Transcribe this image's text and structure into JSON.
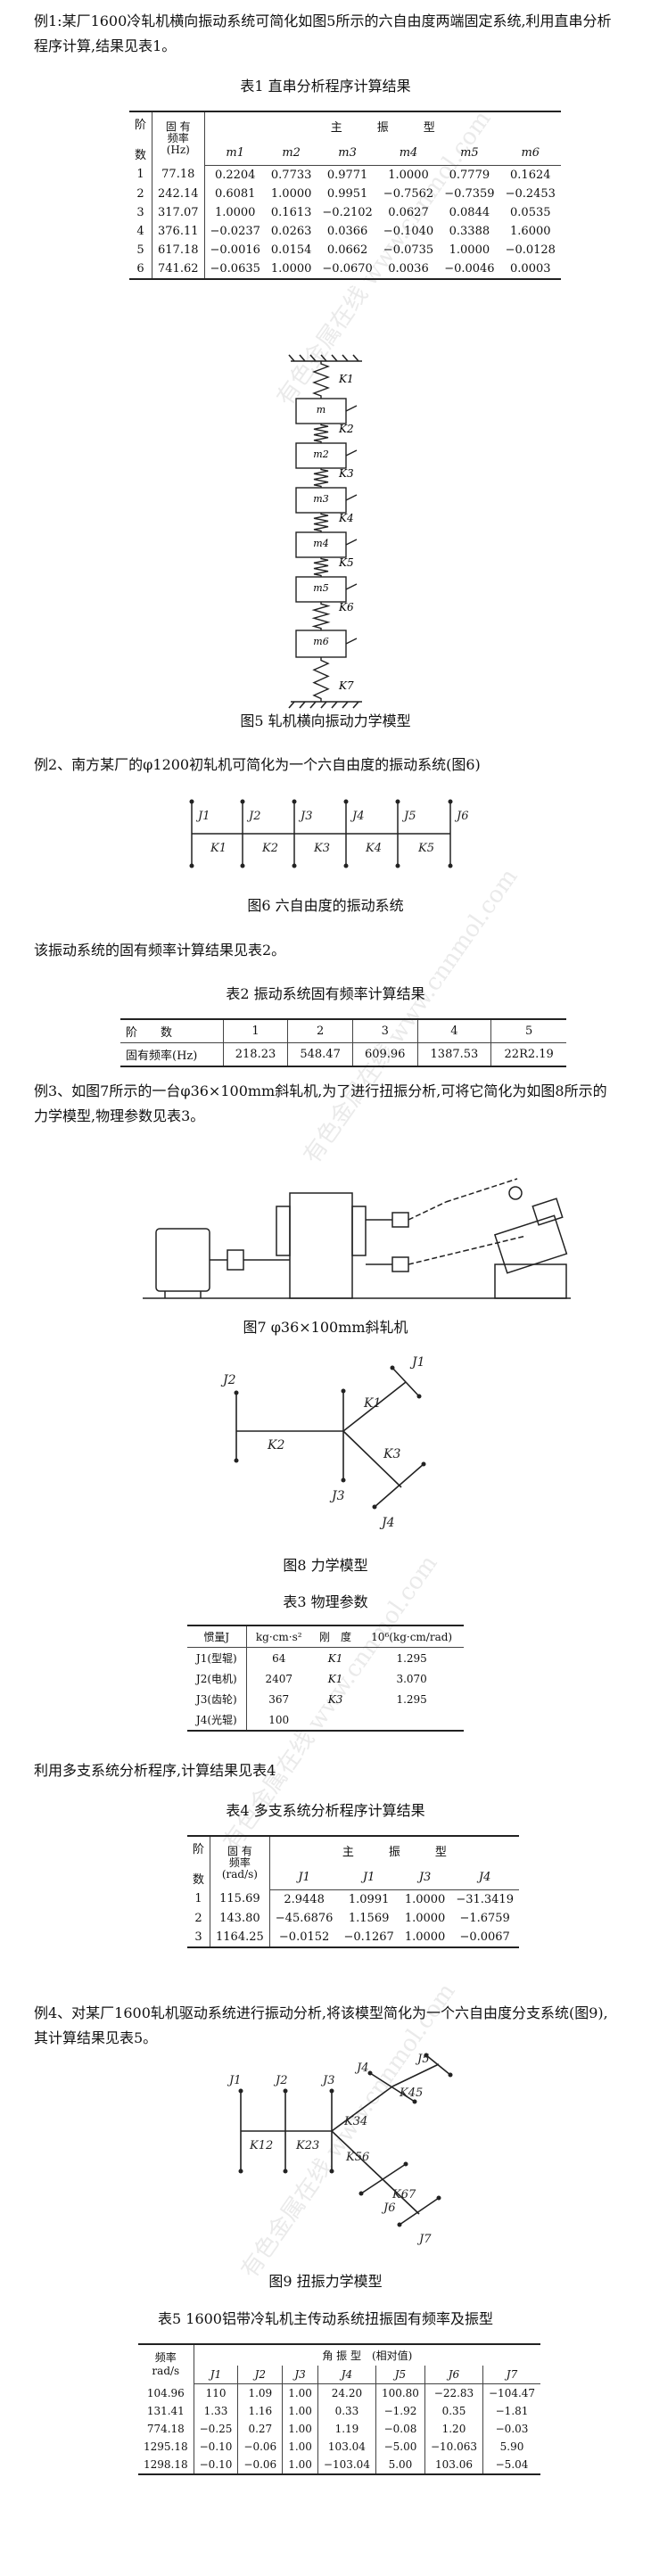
{
  "intro": {
    "ex1": "例1:某厂1600冷轧机横向振动系统可简化如图5所示的六自由度两端固定系统,利用直串分析程序计算,结果见表1。",
    "ex2": "例2、南方某厂的φ1200初轧机可简化为一个六自由度的振动系统(图6)",
    "ex2b": "该振动系统的固有频率计算结果见表2。",
    "ex3": "例3、如图7所示的一台φ36×100mm斜轧机,为了进行扭振分析,可将它简化为如图8所示的力学模型,物理参数见表3。",
    "ex3b": "利用多支系统分析程序,计算结果见表4",
    "ex4": "例4、对某厂1600轧机驱动系统进行振动分析,将该模型简化为一个六自由度分支系统(图9),其计算结果见表5。"
  },
  "table1": {
    "caption": "表1 直串分析程序计算结果",
    "h_order": [
      "阶",
      "数"
    ],
    "h_freq": [
      "固",
      "有",
      "频率",
      "(Hz)"
    ],
    "h_group": "主　　　振　　　型",
    "h_modes": [
      "m1",
      "m2",
      "m3",
      "m4",
      "m5",
      "m6"
    ],
    "rows": [
      [
        "1",
        "77.18",
        "0.2204",
        "0.7733",
        "0.9771",
        "1.0000",
        "0.7779",
        "0.1624"
      ],
      [
        "2",
        "242.14",
        "0.6081",
        "1.0000",
        "0.9951",
        "−0.7562",
        "−0.7359",
        "−0.2453"
      ],
      [
        "3",
        "317.07",
        "1.0000",
        "0.1613",
        "−0.2102",
        "0.0627",
        "0.0844",
        "0.0535"
      ],
      [
        "4",
        "376.11",
        "−0.0237",
        "0.0263",
        "0.0366",
        "−0.1040",
        "0.3388",
        "1.6000"
      ],
      [
        "5",
        "617.18",
        "−0.0016",
        "0.0154",
        "0.0662",
        "−0.0735",
        "1.0000",
        "−0.0128"
      ],
      [
        "6",
        "741.62",
        "−0.0635",
        "1.0000",
        "−0.0670",
        "0.0036",
        "−0.0046",
        "0.0003"
      ]
    ]
  },
  "fig5": {
    "caption": "图5 轧机横向振动力学模型",
    "masses": [
      "m",
      "m2",
      "m3",
      "m4",
      "m5",
      "m6"
    ],
    "springs": [
      "K1",
      "K2",
      "K3",
      "K4",
      "K5",
      "K6",
      "K7"
    ]
  },
  "fig6": {
    "caption": "图6 六自由度的振动系统",
    "inertias": [
      "J1",
      "J2",
      "J3",
      "J4",
      "J5",
      "J6"
    ],
    "springs": [
      "K1",
      "K2",
      "K3",
      "K4",
      "K5"
    ]
  },
  "table2": {
    "caption": "表2 振动系统固有频率计算结果",
    "h_order": "阶　　数",
    "orders": [
      "1",
      "2",
      "3",
      "4",
      "5"
    ],
    "h_freq": "固有频率(Hz)",
    "freqs": [
      "218.23",
      "548.47",
      "609.96",
      "1387.53",
      "22R2.19"
    ]
  },
  "fig7": {
    "caption": "图7 φ36×100mm斜轧机"
  },
  "fig8": {
    "caption": "图8 力学模型",
    "labels": [
      "J2",
      "J1",
      "J3",
      "J4",
      "K2",
      "K1",
      "K3"
    ]
  },
  "table3": {
    "caption": "表3 物理参数",
    "h_item": "惯量J",
    "h_unit": "kg·cm·s²",
    "h_stiff": "刚　度",
    "h_stiff_unit": "10⁶(kg·cm/rad)",
    "rows": [
      [
        "J1(型辊)",
        "64",
        "K1",
        "1.295"
      ],
      [
        "J2(电机)",
        "2407",
        "K1",
        "3.070"
      ],
      [
        "J3(齿轮)",
        "367",
        "K3",
        "1.295"
      ],
      [
        "J4(光辊)",
        "100",
        "",
        ""
      ]
    ]
  },
  "table4": {
    "caption": "表4 多支系统分析程序计算结果",
    "h_order": [
      "阶",
      "数"
    ],
    "h_freq": [
      "固",
      "有",
      "频率",
      "(rad/s)"
    ],
    "h_group": "主　　　振　　　型",
    "h_modes": [
      "J1",
      "J1",
      "J3",
      "J4"
    ],
    "rows": [
      [
        "1",
        "115.69",
        "2.9448",
        "1.0991",
        "1.0000",
        "−31.3419"
      ],
      [
        "2",
        "143.80",
        "−45.6876",
        "1.1569",
        "1.0000",
        "−1.6759"
      ],
      [
        "3",
        "1164.25",
        "−0.0152",
        "−0.1267",
        "1.0000",
        "−0.0067"
      ]
    ]
  },
  "fig9": {
    "caption": "图9 扭振力学模型",
    "labels": [
      "J1",
      "J2",
      "J3",
      "J4",
      "J5",
      "J6",
      "J7",
      "K12",
      "K23",
      "K34",
      "K45",
      "K56",
      "K67"
    ]
  },
  "table5": {
    "caption": "表5 1600铝带冷轧机主传动系统扭振固有频率及振型",
    "h_freq": [
      "频率",
      "rad/s"
    ],
    "h_group": "角 振 型　(相对值)",
    "h_modes": [
      "J1",
      "J2",
      "J3",
      "J4",
      "J5",
      "J6",
      "J7"
    ],
    "rows": [
      [
        "104.96",
        "110",
        "1.09",
        "1.00",
        "24.20",
        "100.80",
        "−22.83",
        "−104.47"
      ],
      [
        "131.41",
        "1.33",
        "1.16",
        "1.00",
        "0.33",
        "−1.92",
        "0.35",
        "−1.81"
      ],
      [
        "774.18",
        "−0.25",
        "0.27",
        "1.00",
        "1.19",
        "−0.08",
        "1.20",
        "−0.03"
      ],
      [
        "1295.18",
        "−0.10",
        "−0.06",
        "1.00",
        "103.04",
        "−5.00",
        "−10.063",
        "5.90"
      ],
      [
        "1298.18",
        "−0.10",
        "−0.06",
        "1.00",
        "−103.04",
        "5.00",
        "103.06",
        "−5.04"
      ]
    ]
  }
}
